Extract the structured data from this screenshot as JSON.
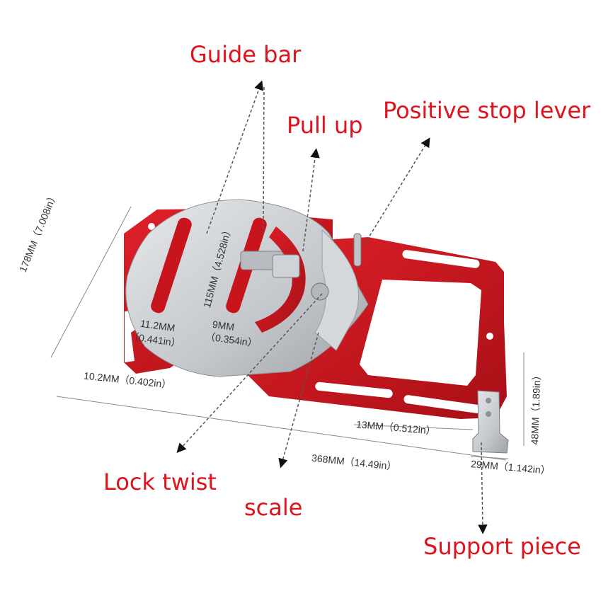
{
  "colors": {
    "label_red": "#e0121b",
    "plate_red": "#c8141c",
    "steel": "#c9ccd0",
    "dimension_line": "#666666"
  },
  "callouts": {
    "guide_bar": "Guide bar",
    "pull_up": "Pull up",
    "positive_stop_lever": "Positive stop lever",
    "lock_twist": "Lock twist",
    "scale": "scale",
    "support_piece": "Support piece"
  },
  "dimensions": {
    "height_178": "178MM（7.008in）",
    "slot_115": "115MM（4.528in）",
    "slot_width_mm": "11.2MM",
    "slot_width_in": "（0.441in）",
    "gap_mm": "9MM",
    "gap_in": "（0.354in）",
    "hook_10": "10.2MM（0.402in）",
    "support_13": "13MM（0.512in）",
    "support_48": "48MM（1.89in）",
    "length_368": "368MM（14.49in）",
    "support_29": "29MM（1.142in）"
  }
}
